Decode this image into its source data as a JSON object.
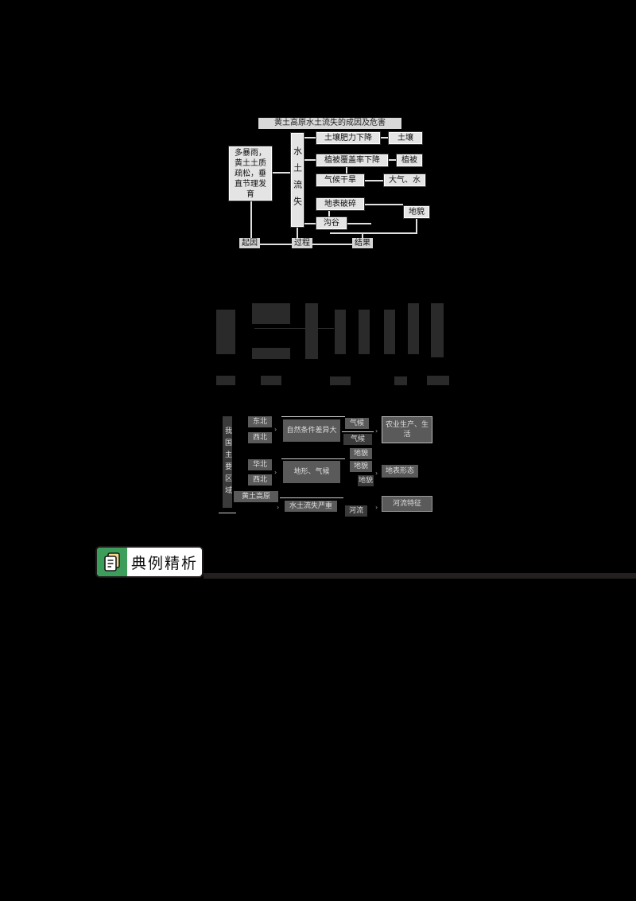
{
  "figure1": {
    "title": "黄土高原水土流失的成因及危害",
    "cause_box": "多暴雨，黄土土质疏松，垂直节理发育",
    "center_box": "水土流失",
    "effects": [
      {
        "box": "土壤肥力下降",
        "target": "土壤"
      },
      {
        "box": "植被覆盖率下降",
        "target": "植被"
      },
      {
        "box": "气候干旱",
        "target": "大气、水"
      },
      {
        "box": "地表破碎",
        "target": "地貌"
      },
      {
        "box": "沟谷"
      }
    ],
    "flow_labels": [
      "起因",
      "过程",
      "结果"
    ]
  },
  "figure2": {
    "note": "low-contrast table, text illegible",
    "columns": [
      "",
      "",
      "",
      "",
      "",
      "",
      "",
      ""
    ],
    "bottom_labels": [
      "",
      "",
      "",
      "",
      ""
    ]
  },
  "figure3": {
    "side_label": "我国主要区域",
    "rows": [
      {
        "regions": [
          "东北",
          "西北"
        ],
        "feature": "自然条件差异大",
        "factor": "气候",
        "result": "农业生产、生活"
      },
      {
        "regions": [
          "华北",
          "西北"
        ],
        "feature": "地形、气候",
        "factor": "地貌",
        "result": "地表形态"
      },
      {
        "regions": [
          "黄土高原"
        ],
        "feature": "水土流失严重",
        "factor": "河流",
        "result": "河流特征"
      }
    ],
    "middle_labels": [
      "气候",
      "地貌",
      "地貌"
    ]
  },
  "section_header": {
    "icon": "document-icon",
    "label": "典例精析",
    "accent_color": "#3d9d5b"
  }
}
